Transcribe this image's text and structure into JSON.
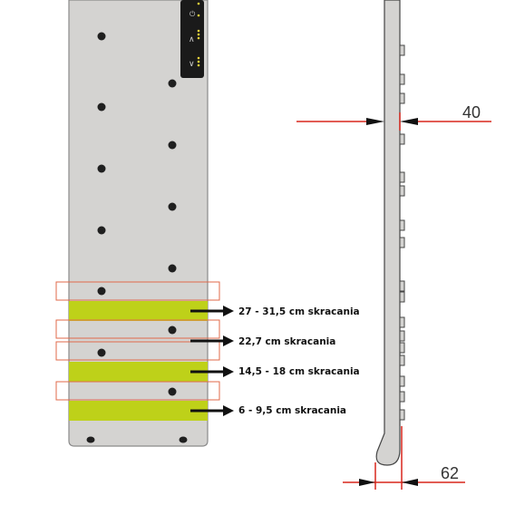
{
  "colors": {
    "panel_fill": "#d4d3d1",
    "panel_stroke": "#8a8a8a",
    "cut_zone": "#bed119",
    "marker_outline": "#e06a4a",
    "dimension_line": "#d9261c",
    "arrow": "#111111",
    "control_strip": "#1a1a1a",
    "mount_dot": "#1f1f1f"
  },
  "icons": {
    "control_strip": "control-buttons-icon",
    "mount_point": "mount-point-icon"
  },
  "cut_labels": [
    "27 - 31,5 cm skracania",
    "22,7 cm skracania",
    "14,5 - 18 cm skracania",
    "6 - 9,5 cm skracania"
  ],
  "dimensions": {
    "thickness": "40",
    "depth": "62"
  }
}
